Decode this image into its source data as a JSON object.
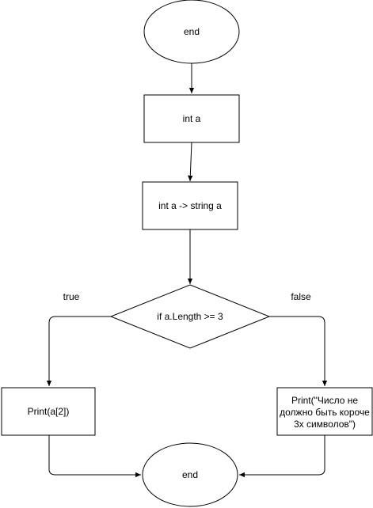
{
  "nodes": {
    "start": {
      "label": "end"
    },
    "declare": {
      "label": "int a"
    },
    "convert": {
      "label": "int a -> string a"
    },
    "decision": {
      "label": "if a.Length >= 3"
    },
    "print_true": {
      "label": "Print(a[2])"
    },
    "print_false": {
      "lines": [
        "Print(\"Число не",
        "должно быть короче",
        "3х символов\")"
      ]
    },
    "finish": {
      "label": "end"
    }
  },
  "edges": {
    "true_label": "true",
    "false_label": "false"
  },
  "colors": {
    "stroke": "#000000",
    "fill": "#ffffff",
    "text": "#000000"
  }
}
